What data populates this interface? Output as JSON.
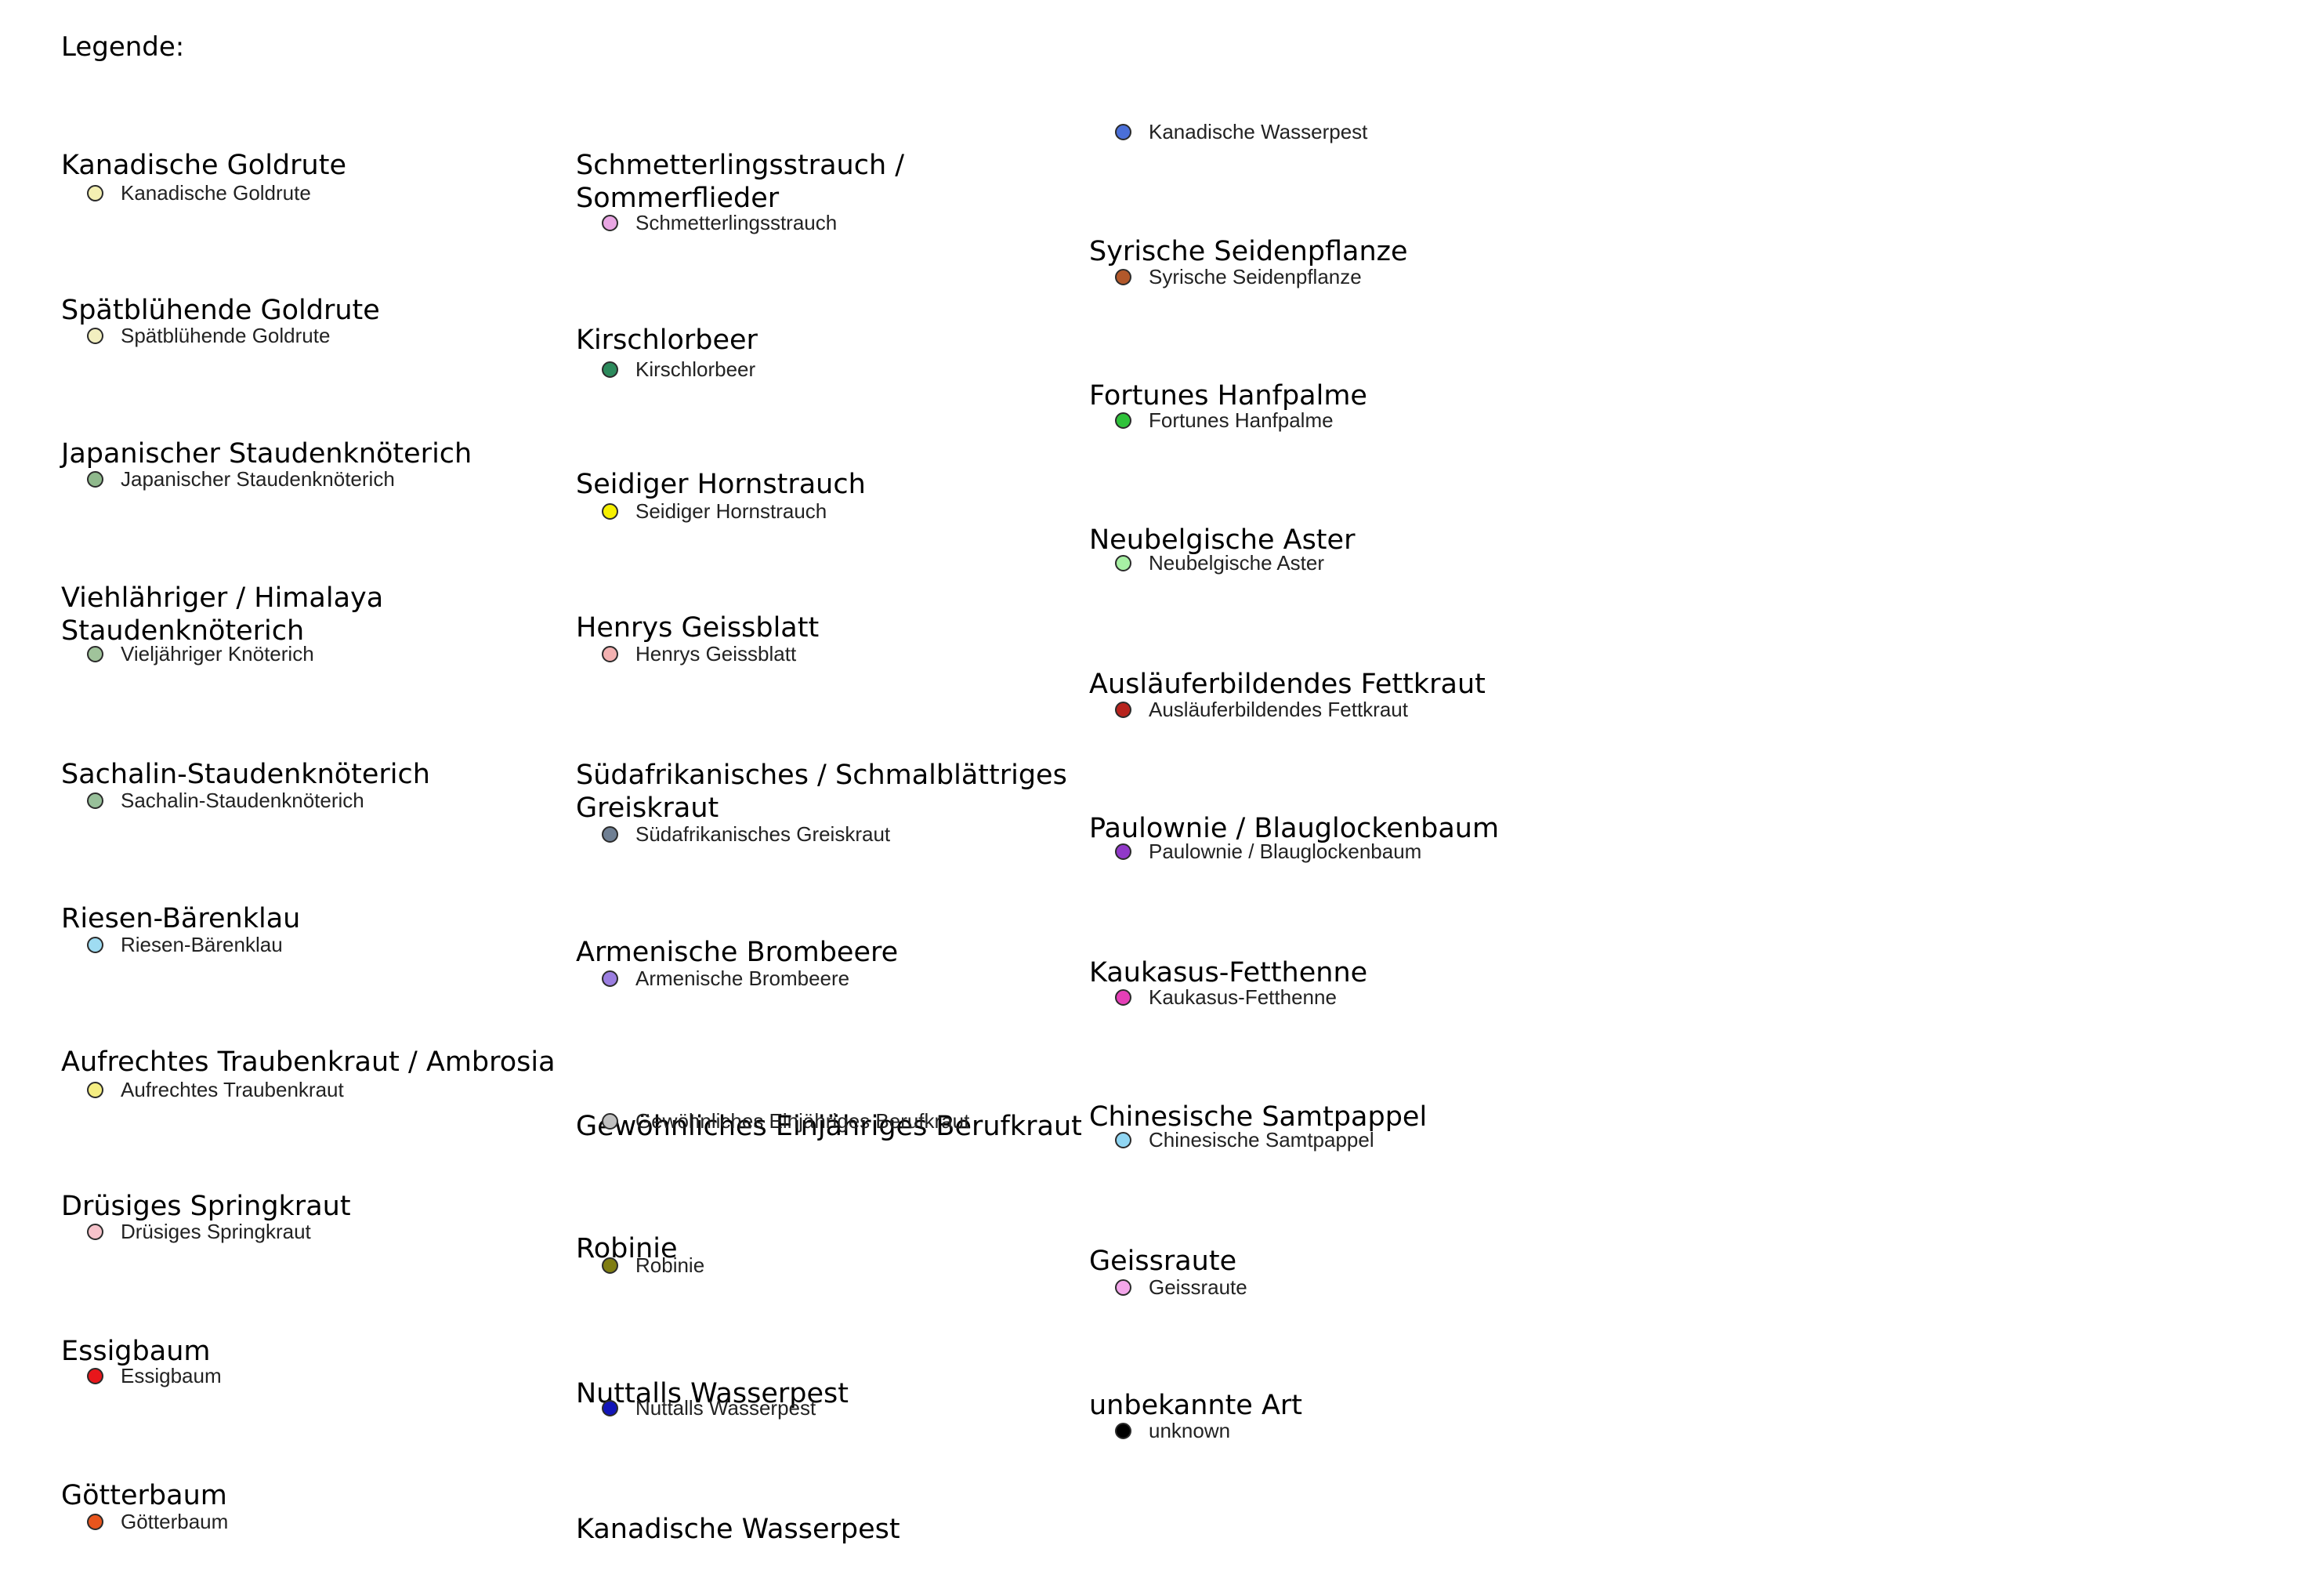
{
  "legend": {
    "title": "Legende:",
    "columns": [
      {
        "entries": [
          {
            "heading": "Kanadische Goldrute",
            "label": "Kanadische Goldrute",
            "color": "#f3efb2"
          },
          {
            "heading": "Spätblühende Goldrute",
            "label": "Spätblühende Goldrute",
            "color": "#f2efc0"
          },
          {
            "heading": "Japanischer Staudenknöterich",
            "label": "Japanischer Staudenknöterich",
            "color": "#8fb98c"
          },
          {
            "heading": "Viehlähriger / Himalaya Staudenknöterich",
            "label": "Vieljähriger Knöterich",
            "color": "#a0c39b"
          },
          {
            "heading": "Sachalin-Staudenknöterich",
            "label": "Sachalin-Staudenknöterich",
            "color": "#98c09a"
          },
          {
            "heading": "Riesen-Bärenklau",
            "label": "Riesen-Bärenklau",
            "color": "#9fdcf2"
          },
          {
            "heading": "Aufrechtes Traubenkraut / Ambrosia",
            "label": "Aufrechtes Traubenkraut",
            "color": "#f5ee82"
          },
          {
            "heading": "Drüsiges Springkraut",
            "label": "Drüsiges Springkraut",
            "color": "#f6c3cb"
          },
          {
            "heading": "Essigbaum",
            "label": "Essigbaum",
            "color": "#e8161b"
          },
          {
            "heading": "Götterbaum",
            "label": "Götterbaum",
            "color": "#e8551d"
          }
        ]
      },
      {
        "entries": [
          {
            "heading": "Schmetterlingsstrauch / Sommerflieder",
            "label": "Schmetterlingsstrauch",
            "color": "#e9a6e3"
          },
          {
            "heading": "Kirschlorbeer",
            "label": "Kirschlorbeer",
            "color": "#2c8a5c"
          },
          {
            "heading": "Seidiger Hornstrauch",
            "label": "Seidiger Hornstrauch",
            "color": "#f6f000"
          },
          {
            "heading": "Henrys Geissblatt",
            "label": "Henrys Geissblatt",
            "color": "#f3b1b1"
          },
          {
            "heading": "Südafrikanisches / Schmalblättriges Greiskraut",
            "label": "Südafrikanisches Greiskraut",
            "color": "#6f7f93"
          },
          {
            "heading": "Armenische Brombeere",
            "label": "Armenische Brombeere",
            "color": "#9b7ee0"
          },
          {
            "heading": "Gewöhnliches Einjähriges Berufkraut",
            "label": "Gewöhnliches Einjähriges Berufkraut",
            "color": "#c0c0c0"
          },
          {
            "heading": "Robinie",
            "label": "Robinie",
            "color": "#7f7d12"
          },
          {
            "heading": "Nuttalls Wasserpest",
            "label": "Nuttalls Wasserpest",
            "color": "#1215b8"
          },
          {
            "heading": "Kanadische Wasserpest",
            "label": null,
            "color": null
          }
        ]
      },
      {
        "entries": [
          {
            "heading": null,
            "label": "Kanadische Wasserpest",
            "color": "#4a6fd8"
          },
          {
            "heading": "Syrische Seidenpflanze",
            "label": "Syrische Seidenpflanze",
            "color": "#b2582a"
          },
          {
            "heading": "Fortunes Hanfpalme",
            "label": "Fortunes Hanfpalme",
            "color": "#2fc23a"
          },
          {
            "heading": "Neubelgische Aster",
            "label": "Neubelgische Aster",
            "color": "#a7f0a4"
          },
          {
            "heading": "Ausläuferbildendes Fettkraut",
            "label": "Ausläuferbildendes Fettkraut",
            "color": "#b7231d"
          },
          {
            "heading": "Paulownie / Blauglockenbaum",
            "label": "Paulownie / Blauglockenbaum",
            "color": "#9139c9"
          },
          {
            "heading": "Kaukasus-Fetthenne",
            "label": "Kaukasus-Fetthenne",
            "color": "#e53fb7"
          },
          {
            "heading": "Chinesische Samtpappel",
            "label": "Chinesische Samtpappel",
            "color": "#90d6f3"
          },
          {
            "heading": "Geissraute",
            "label": "Geissraute",
            "color": "#f3a6ea"
          },
          {
            "heading": "unbekannte Art",
            "label": "unknown",
            "color": "#000000"
          }
        ]
      }
    ]
  }
}
